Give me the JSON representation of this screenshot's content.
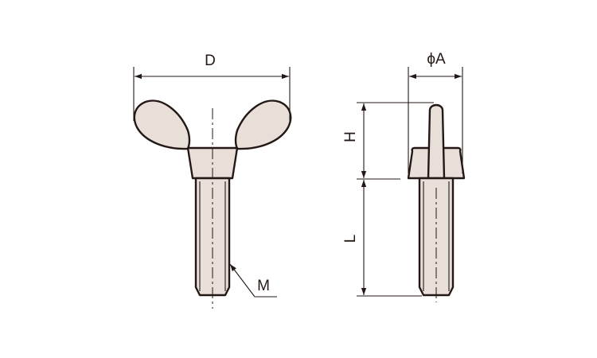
{
  "colors": {
    "ink": "#231815",
    "part_fill": "#e7dfd8",
    "background": "#ffffff"
  },
  "labels": {
    "dim_D": "D",
    "dim_phiA": "ϕA",
    "dim_H": "H",
    "dim_L": "L",
    "dim_M": "M"
  }
}
